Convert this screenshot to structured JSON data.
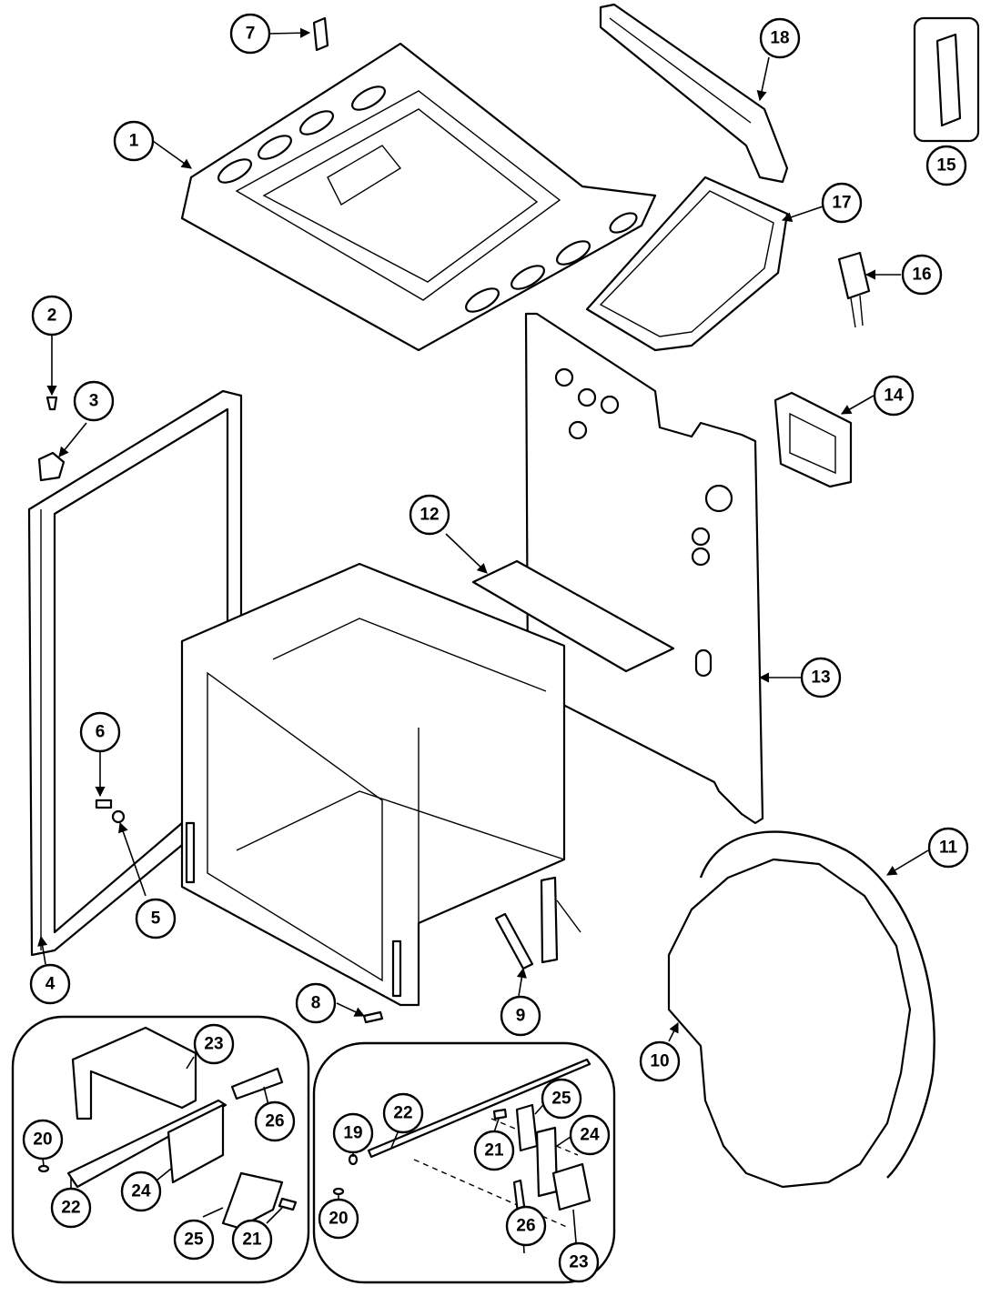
{
  "callouts": {
    "c1": "1",
    "c2": "2",
    "c3": "3",
    "c4": "4",
    "c5": "5",
    "c6": "6",
    "c7": "7",
    "c8": "8",
    "c9": "9",
    "c10": "10",
    "c11": "11",
    "c12": "12",
    "c13": "13",
    "c14": "14",
    "c15": "15",
    "c16": "16",
    "c17": "17",
    "c18": "18",
    "inset_left": {
      "c20": "20",
      "c22": "22",
      "c23": "23",
      "c24": "24",
      "c25": "25",
      "c26": "26",
      "c21": "21"
    },
    "inset_right": {
      "c19": "19",
      "c20": "20",
      "c21": "21",
      "c22": "22",
      "c23": "23",
      "c24": "24",
      "c25": "25",
      "c26": "26"
    }
  }
}
